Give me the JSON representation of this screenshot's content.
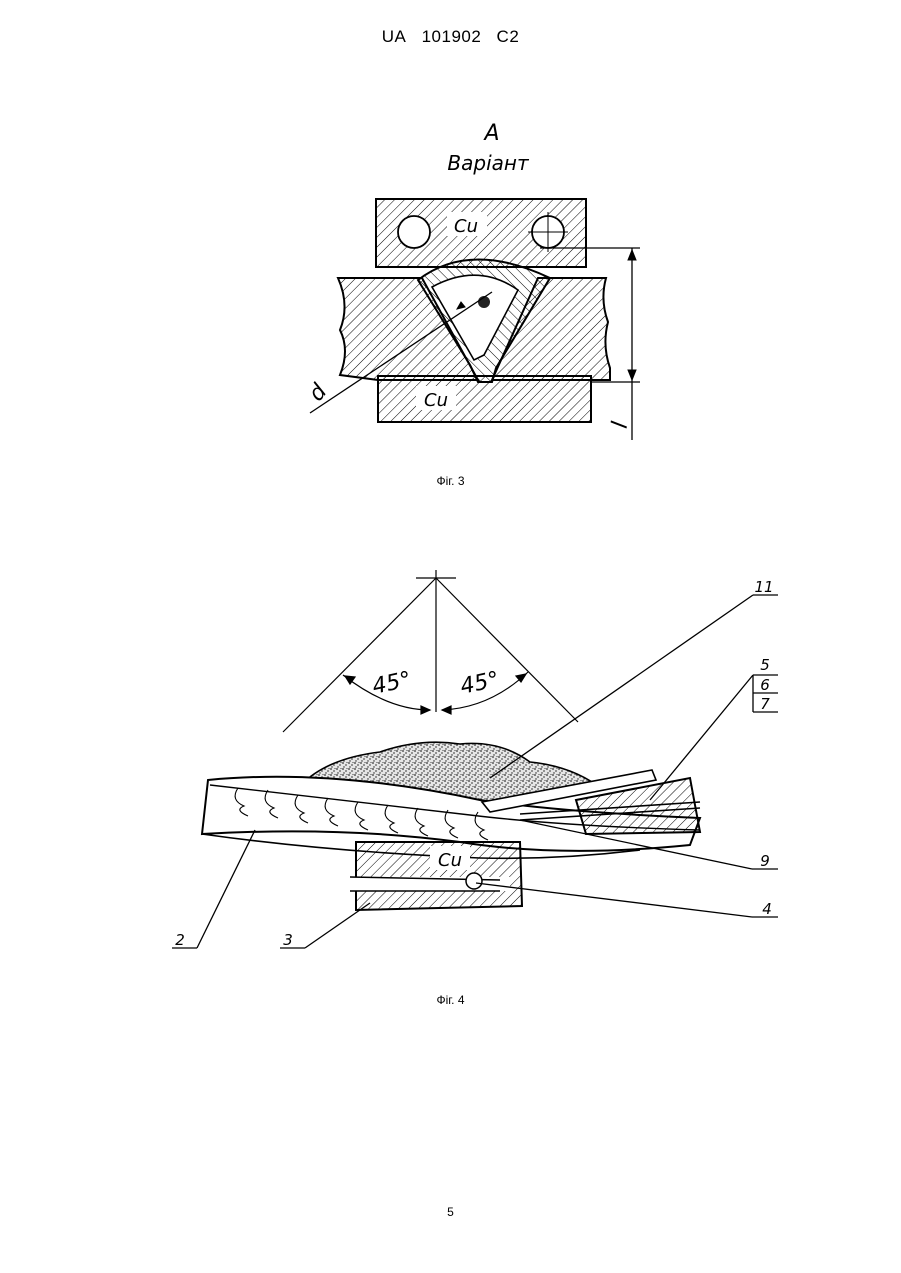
{
  "header": {
    "country": "UA",
    "number": "101902",
    "kind": "C2"
  },
  "figure3": {
    "view_label": "A",
    "variant_label": "Варіант",
    "material_top": "Cu",
    "material_bottom": "Cu",
    "dim_d": "d",
    "dim_l": "l",
    "caption": "Фіг. 3"
  },
  "figure4": {
    "angle_left": "45°",
    "angle_right": "45°",
    "material": "Cu",
    "refs": {
      "r11": "11",
      "r5": "5",
      "r6": "6",
      "r7": "7",
      "r9": "9",
      "r4": "4",
      "r2": "2",
      "r3": "3"
    },
    "caption": "Фіг. 4"
  },
  "page_number": "5"
}
